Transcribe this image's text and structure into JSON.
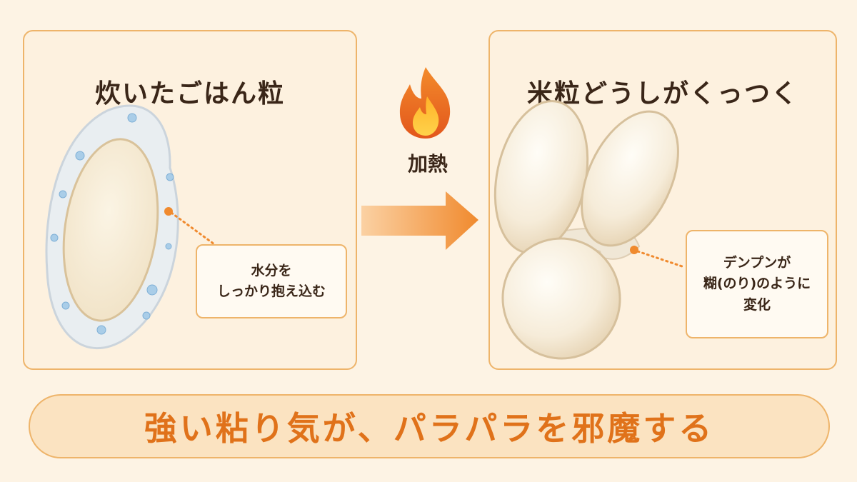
{
  "left_panel": {
    "title": "炊いたごはん粒",
    "callout_lines": [
      "水分を",
      "しっかり抱え込む"
    ]
  },
  "right_panel": {
    "title": "米粒どうしがくっつく",
    "callout_lines": [
      "デンプンが",
      "糊(のり)のように",
      "変化"
    ]
  },
  "process": {
    "label": "加熱",
    "icon": "flame-icon"
  },
  "banner": {
    "text": "強い粘り気が、パラパラを邪魔する"
  },
  "colors": {
    "accent_orange": "#e0721a",
    "border": "#eeb46a",
    "text_dark": "#3a2618"
  }
}
